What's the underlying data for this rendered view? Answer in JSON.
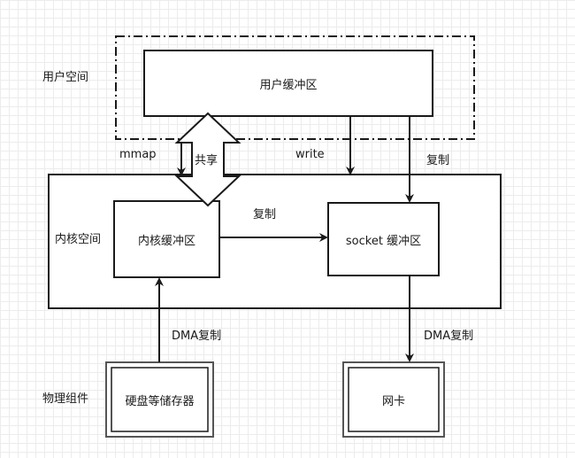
{
  "labels": {
    "user_space": "用户空间",
    "kernel_space": "内核空间",
    "physical": "物理组件"
  },
  "boxes": {
    "user_buffer": "用户缓冲区",
    "kernel_buffer": "内核缓冲区",
    "socket_buffer": "socket 缓冲区",
    "disk": "硬盘等储存器",
    "nic": "网卡"
  },
  "edges": {
    "mmap": "mmap",
    "shared": "共享",
    "write": "write",
    "copy_user_to_socket": "复制",
    "copy_kernel_to_socket": "复制",
    "dma_disk": "DMA复制",
    "dma_nic": "DMA复制"
  },
  "colors": {
    "stroke": "#1a1a1a",
    "background": "#ffffff",
    "grid": "#ececec"
  }
}
